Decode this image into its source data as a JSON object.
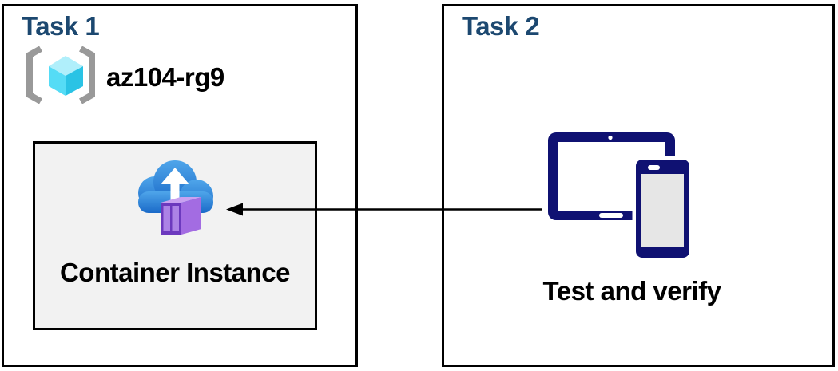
{
  "task1": {
    "title": "Task 1",
    "resource_group": {
      "name": "az104-rg9",
      "icon": "resource-group-icon"
    },
    "container": {
      "label": "Container Instance",
      "icon": "container-instance-icon"
    }
  },
  "task2": {
    "title": "Task 2",
    "label": "Test and verify",
    "icon": "tablet-phone-devices-icon"
  },
  "arrow": {
    "direction": "right-to-left",
    "from": "devices",
    "to": "container-instance"
  },
  "colors": {
    "title_blue": "#1C4870",
    "text_black": "#000000",
    "panel_border": "#000000",
    "inner_box_bg": "#F2F2F2",
    "device_navy": "#0F1172",
    "phone_screen_gray": "#E6E6E6",
    "cloud_blue_top": "#4FA5EA",
    "cloud_blue_bottom": "#1A6AC8",
    "container_purple_front": "#6C39BE",
    "container_purple_panel": "#AC82E6",
    "container_purple_side": "#A36CE2",
    "container_purple_top": "#C9A2F1",
    "cube_top_cyan": "#B0EFFB",
    "cube_left_cyan": "#55DCF6",
    "cube_right_cyan": "#2AC3E5",
    "bracket_gray": "#999999"
  }
}
